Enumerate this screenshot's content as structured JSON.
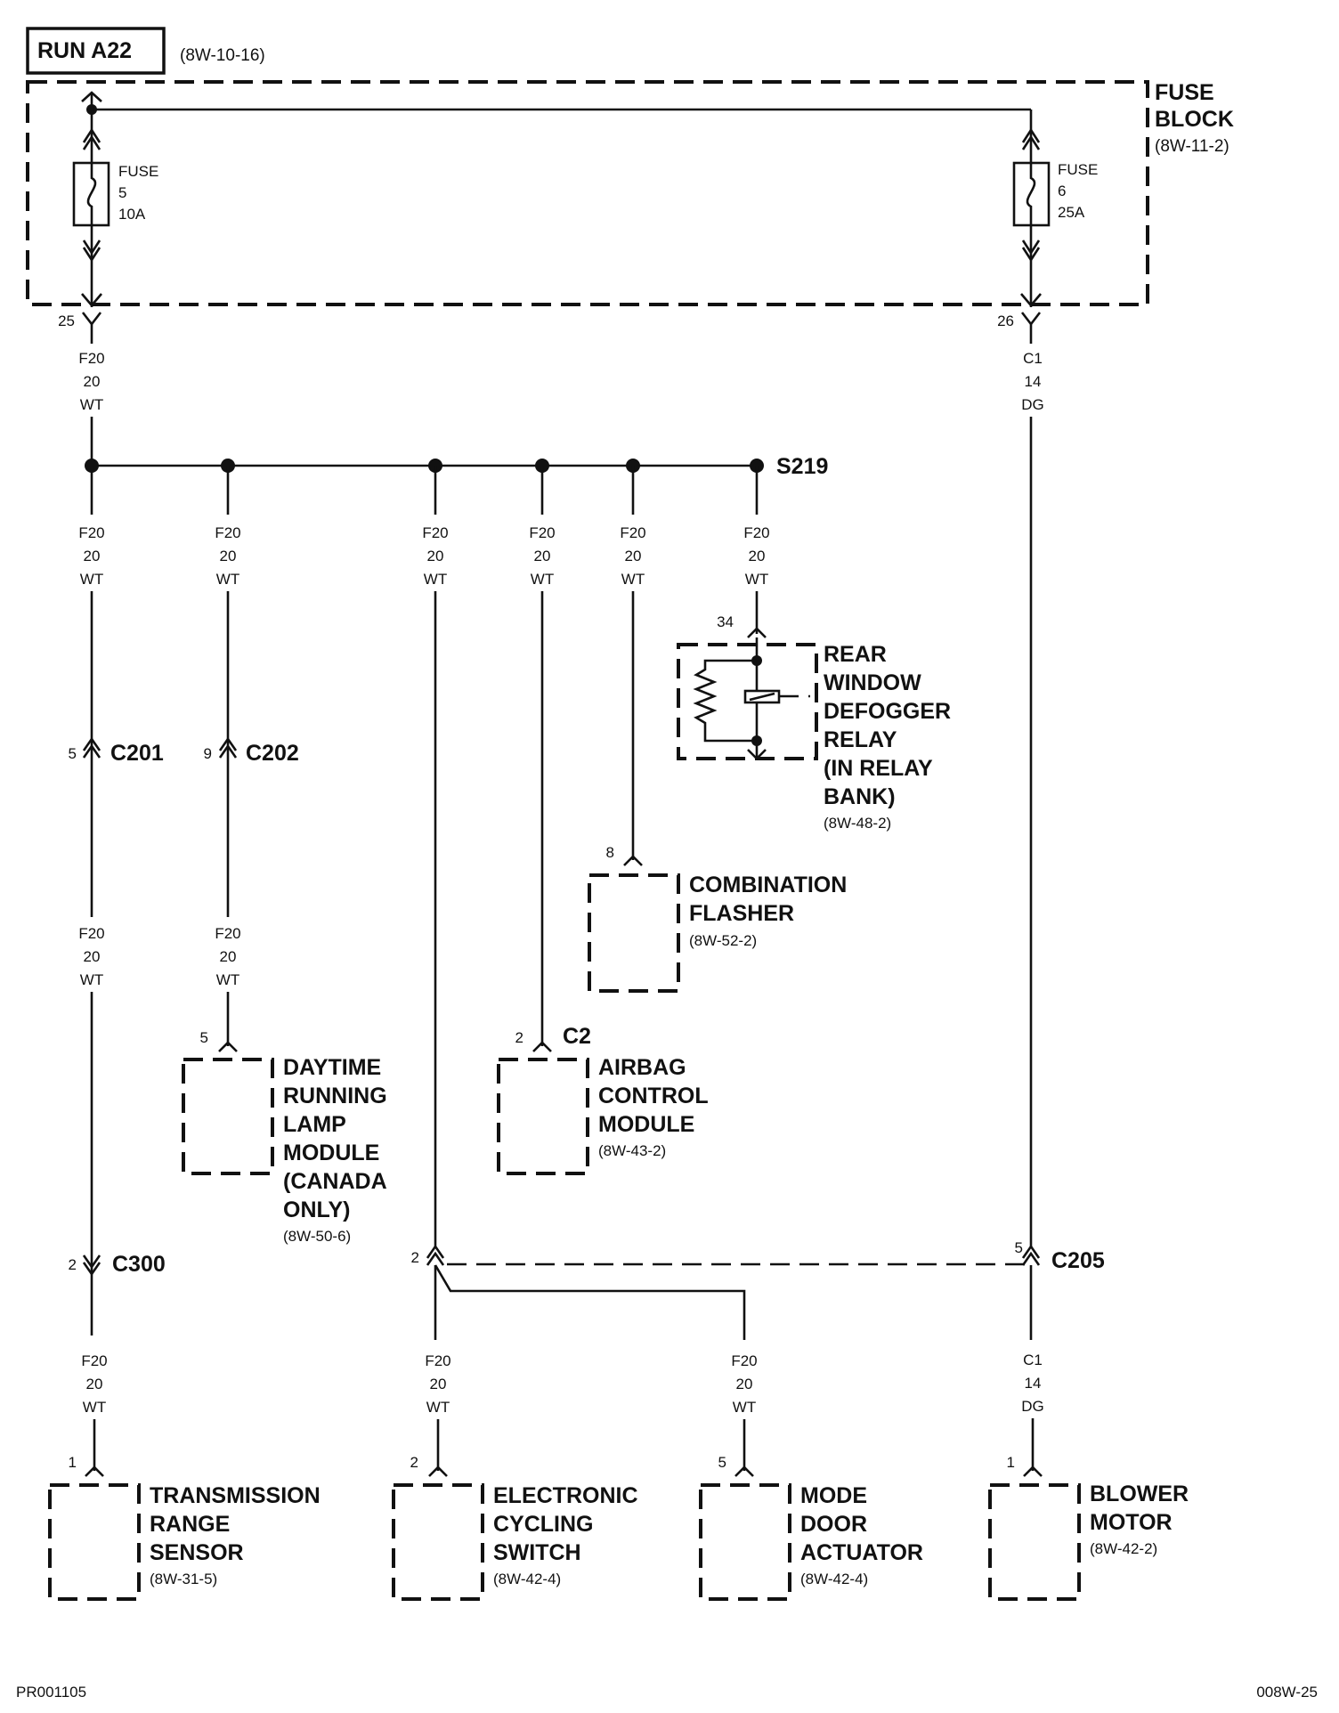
{
  "header": {
    "circuit": "RUN A22",
    "ref": "(8W-10-16)"
  },
  "fuse_block": {
    "name_lines": [
      "FUSE",
      "BLOCK"
    ],
    "ref": "(8W-11-2)"
  },
  "fuses": [
    {
      "lines": [
        "FUSE",
        "5",
        "10A"
      ]
    },
    {
      "lines": [
        "FUSE",
        "6",
        "25A"
      ]
    }
  ],
  "fuse_block_pins": [
    "25",
    "26"
  ],
  "splice": {
    "id": "S219"
  },
  "wires": {
    "f20": [
      "F20",
      "20",
      "WT"
    ],
    "c1": [
      "C1",
      "14",
      "DG"
    ]
  },
  "connectors": [
    {
      "id": "C201",
      "pin": "5"
    },
    {
      "id": "C202",
      "pin": "9"
    },
    {
      "id": "C300",
      "pin": "2"
    },
    {
      "id": "C205",
      "pin": "5"
    },
    {
      "id": "",
      "pin": "2"
    }
  ],
  "components": {
    "relay": {
      "pin": "34",
      "lines": [
        "REAR",
        "WINDOW",
        "DEFOGGER",
        "RELAY",
        "(IN RELAY",
        "BANK)"
      ],
      "ref": "(8W-48-2)"
    },
    "flasher": {
      "pin": "8",
      "lines": [
        "COMBINATION",
        "FLASHER"
      ],
      "ref": "(8W-52-2)"
    },
    "drl": {
      "pin": "5",
      "lines": [
        "DAYTIME",
        "RUNNING",
        "LAMP",
        "MODULE",
        "(CANADA",
        "ONLY)"
      ],
      "ref": "(8W-50-6)"
    },
    "airbag": {
      "pin": "2",
      "conn": "C2",
      "lines": [
        "AIRBAG",
        "CONTROL",
        "MODULE"
      ],
      "ref": "(8W-43-2)"
    },
    "trs": {
      "pin": "1",
      "lines": [
        "TRANSMISSION",
        "RANGE",
        "SENSOR"
      ],
      "ref": "(8W-31-5)"
    },
    "ecs": {
      "pin": "2",
      "lines": [
        "ELECTRONIC",
        "CYCLING",
        "SWITCH"
      ],
      "ref": "(8W-42-4)"
    },
    "mda": {
      "pin": "5",
      "lines": [
        "MODE",
        "DOOR",
        "ACTUATOR"
      ],
      "ref": "(8W-42-4)"
    },
    "blower": {
      "pin": "1",
      "lines": [
        "BLOWER",
        "MOTOR"
      ],
      "ref": "(8W-42-2)"
    }
  },
  "footer": {
    "left": "PR001105",
    "right": "008W-25"
  }
}
